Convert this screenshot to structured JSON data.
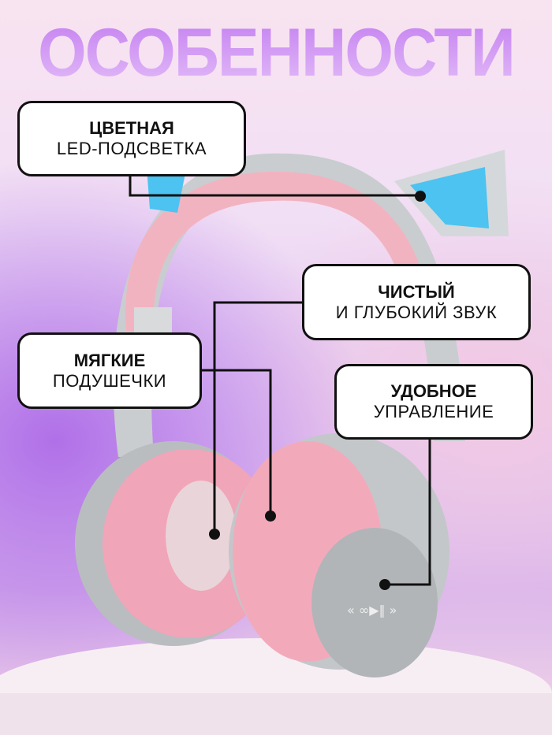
{
  "title": "ОСОБЕННОСТИ",
  "features": [
    {
      "bold": "ЦВЕТНАЯ",
      "text": "LED-ПОДСВЕТКА"
    },
    {
      "bold": "ЧИСТЫЙ",
      "text": "И ГЛУБОКИЙ ЗВУК"
    },
    {
      "bold": "МЯГКИЕ",
      "text": "ПОДУШЕЧКИ"
    },
    {
      "bold": "УДОБНОЕ",
      "text": "УПРАВЛЕНИЕ"
    }
  ],
  "colors": {
    "title": "#c383f0",
    "band": "#f2b8c6",
    "shell": "#c9cdd0",
    "led": "#4cc3f0"
  }
}
